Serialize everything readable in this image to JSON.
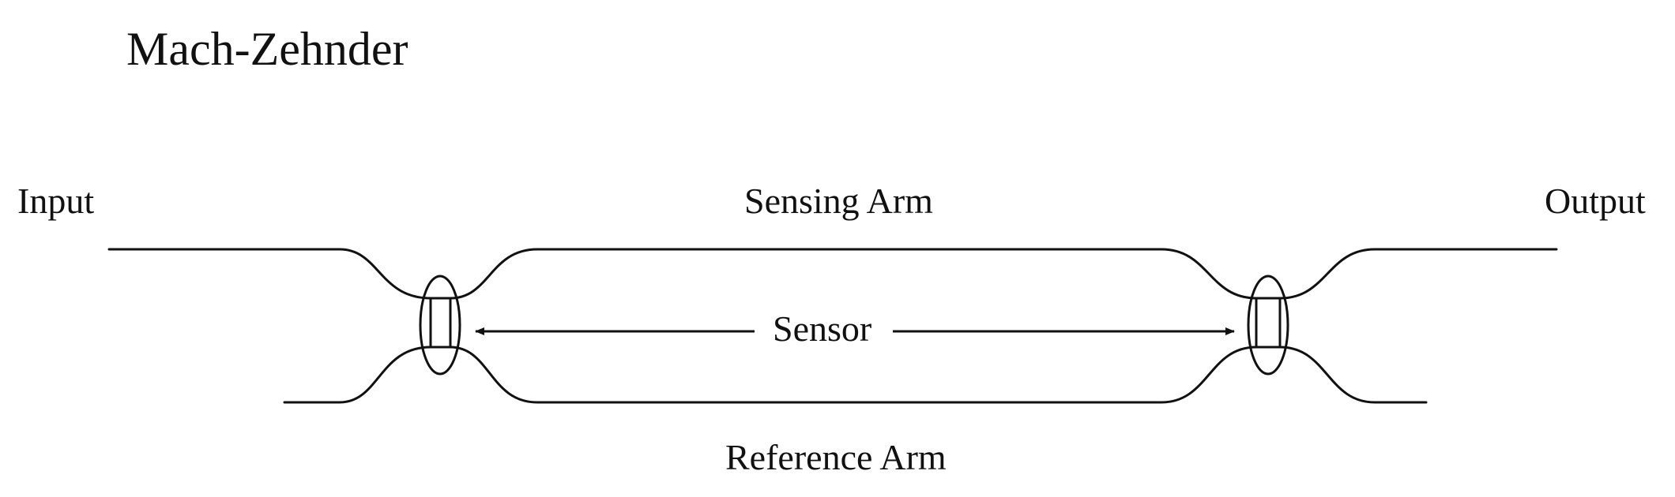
{
  "title": "Mach-Zehnder",
  "labels": {
    "input": "Input",
    "output": "Output",
    "sensing_arm": "Sensing Arm",
    "reference_arm": "Reference Arm",
    "sensor": "Sensor"
  },
  "colors": {
    "line": "#111111",
    "background": "#ffffff"
  }
}
